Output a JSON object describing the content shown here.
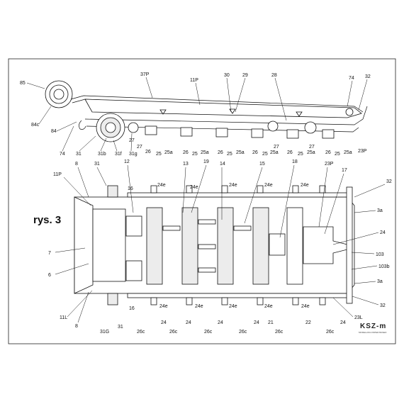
{
  "sheet": {
    "title": "rys. 3",
    "brand": "KSZ-m",
    "brand_sub": "MODELLING PAPER BASED"
  },
  "colors": {
    "line": "#111111",
    "paper": "#ffffff",
    "shade": "#ececec"
  },
  "side_view": {
    "labels_top": [
      "37P",
      "11P",
      "30",
      "29",
      "28",
      "74",
      "32"
    ],
    "labels_left": [
      "85",
      "84c",
      "84"
    ],
    "labels_bottom": [
      "74",
      "31",
      "31b",
      "31f",
      "31g",
      "27",
      "27",
      "26",
      "25",
      "25a",
      "26",
      "25",
      "25a",
      "26",
      "25",
      "25a",
      "26",
      "25",
      "25a",
      "27",
      "26",
      "25",
      "25a",
      "27",
      "26",
      "25",
      "25a",
      "23P"
    ]
  },
  "top_view": {
    "labels_top": [
      "8",
      "31",
      "12",
      "16",
      "24e",
      "24e",
      "13",
      "19",
      "14",
      "24e",
      "15",
      "24e",
      "18",
      "24e",
      "23P",
      "17",
      "32"
    ],
    "labels_left": [
      "11P",
      "7",
      "6",
      "11L",
      "8"
    ],
    "labels_right": [
      "3a",
      "24",
      "103",
      "103b",
      "3a",
      "23L",
      "32"
    ],
    "labels_inner": [
      "16",
      "24e",
      "24e",
      "24e",
      "24e",
      "24e"
    ],
    "labels_bottom": [
      "31G",
      "31",
      "26c",
      "24",
      "26c",
      "24",
      "26c",
      "24",
      "26c",
      "24",
      "21",
      "26c",
      "22",
      "26c",
      "24"
    ]
  }
}
